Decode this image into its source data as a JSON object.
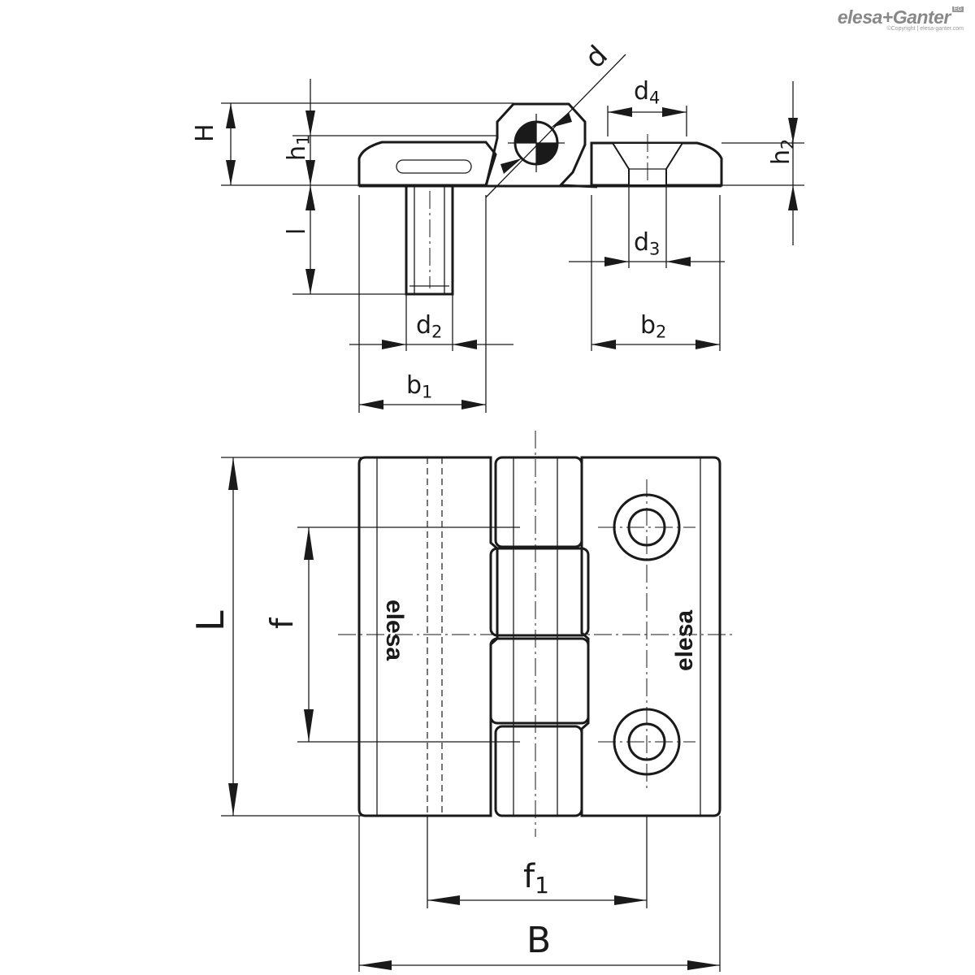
{
  "brand": {
    "name": "elesa+Ganter",
    "badge": "EG",
    "copyright": "©Copyright | elesa-ganter.com"
  },
  "labels": {
    "d": "d",
    "d4": "d4",
    "H": "H",
    "h1": "h1",
    "h2": "h2",
    "l": "l",
    "d2": "d2",
    "d3": "d3",
    "b1": "b1",
    "b2": "b2",
    "L": "L",
    "f": "f",
    "f1": "f1",
    "B": "B"
  },
  "logo_text": "elesa"
}
